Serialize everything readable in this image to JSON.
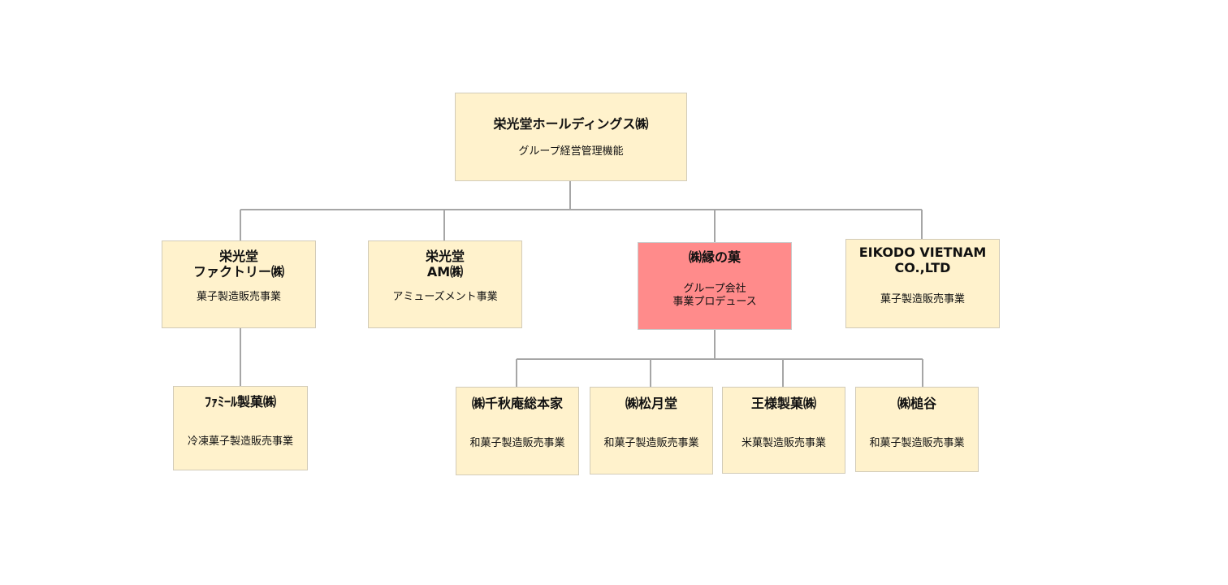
{
  "colors": {
    "node_fill": "#fff2cc",
    "highlight_fill": "#ff8b8b",
    "connector": "#a6a6a6"
  },
  "root": {
    "name": "栄光堂ホールディングス㈱",
    "desc": "グループ経営管理機能"
  },
  "level1": [
    {
      "name_lines": [
        "栄光堂",
        "ファクトリー㈱"
      ],
      "desc_lines": [
        "菓子製造販売事業"
      ]
    },
    {
      "name_lines": [
        "栄光堂",
        "AM㈱"
      ],
      "desc_lines": [
        "アミューズメント事業"
      ]
    },
    {
      "name_lines": [
        "㈱縁の菓"
      ],
      "desc_lines": [
        "グループ会社",
        "事業プロデュース"
      ]
    },
    {
      "name_lines": [
        "EIKODO VIETNAM",
        "CO.,LTD"
      ],
      "desc_lines": [
        "菓子製造販売事業"
      ]
    }
  ],
  "level2": [
    {
      "name": "ﾌｧﾐｰﾙ製菓㈱",
      "desc": "冷凍菓子製造販売事業"
    },
    {
      "name": "㈱千秋庵総本家",
      "desc": "和菓子製造販売事業"
    },
    {
      "name": "㈱松月堂",
      "desc": "和菓子製造販売事業"
    },
    {
      "name": "王様製菓㈱",
      "desc": "米菓製造販売事業"
    },
    {
      "name": "㈱槌谷",
      "desc": "和菓子製造販売事業"
    }
  ]
}
